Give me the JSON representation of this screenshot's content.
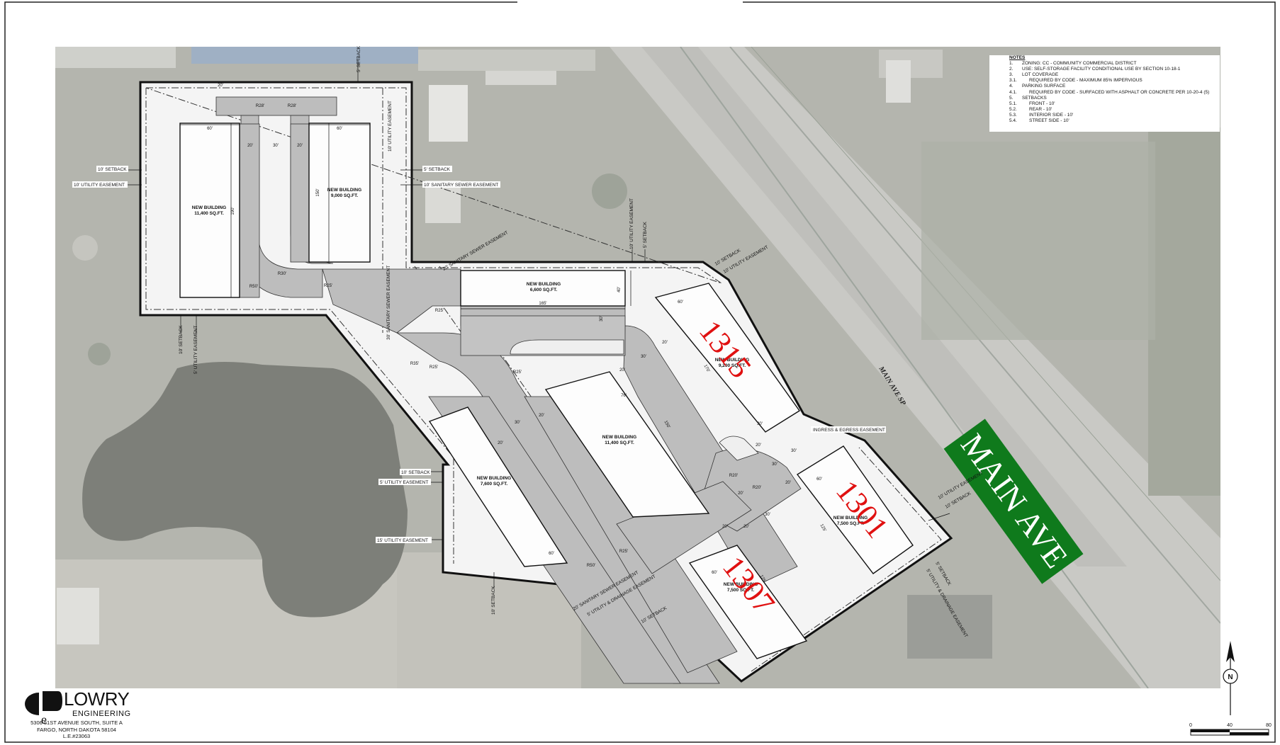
{
  "notes": {
    "title": "NOTES",
    "items": [
      {
        "num": "1.",
        "text": "ZONING: CC - COMMUNITY COMMERCIAL DISTRICT",
        "level": 1
      },
      {
        "num": "2.",
        "text": "USE: SELF-STORAGE FACILITY CONDITIONAL USE BY SECTION 10-18-1",
        "level": 1
      },
      {
        "num": "3.",
        "text": "LOT COVERAGE",
        "level": 1
      },
      {
        "num": "3.1.",
        "text": "REQUIRED BY CODE - MAXIMUM 85% IMPERVIOUS",
        "level": 2
      },
      {
        "num": "4.",
        "text": "PARKING SURFACE",
        "level": 1
      },
      {
        "num": "4.1.",
        "text": "REQUIRED BY CODE - SURFACED WITH ASPHALT OR CONCRETE PER 10-20-4 (5)",
        "level": 2
      },
      {
        "num": "5.",
        "text": "SETBACKS",
        "level": 1
      },
      {
        "num": "5.1.",
        "text": "FRONT - 10'",
        "level": 2
      },
      {
        "num": "5.2.",
        "text": "REAR - 10'",
        "level": 2
      },
      {
        "num": "5.3.",
        "text": "INTERIOR SIDE - 10'",
        "level": 2
      },
      {
        "num": "5.4.",
        "text": "STREET SIDE - 10'",
        "level": 2
      }
    ]
  },
  "buildings": {
    "b1": {
      "title": "NEW BUILDING",
      "area": "11,400 SQ.FT."
    },
    "b2": {
      "title": "NEW BUILDING",
      "area": "9,000 SQ.FT."
    },
    "b3": {
      "title": "NEW BUILDING",
      "area": "6,600 SQ.FT."
    },
    "b4": {
      "title": "NEW BUILDING",
      "area": "11,400 SQ.FT."
    },
    "b5": {
      "title": "NEW BUILDING",
      "area": "7,600 SQ.FT."
    },
    "b6": {
      "title": "NEW BUILDING",
      "area": "9,200 SQ.FT."
    },
    "b7": {
      "title": "NEW BUILDING",
      "area": "7,500 SQ.FT."
    },
    "b8": {
      "title": "NEW BUILDING",
      "area": "7,500 SQ.FT."
    }
  },
  "addresses": {
    "a1315": "1315",
    "a1301": "1301",
    "a1307": "1307"
  },
  "street": {
    "sign": "MAIN AVE",
    "label": "MAIN AVE SP"
  },
  "labels": {
    "setback10": "10' SETBACK",
    "setback5": "5' SETBACK",
    "util10": "10' UTILITY EASEMENT",
    "util5": "5' UTILITY EASEMENT",
    "util15": "15' UTILITY EASEMENT",
    "sanitary10": "10' SANITARY SEWER EASEMENT",
    "sanitary20": "20' SANITARY SEWER EASEMENT",
    "sanitary30": "30' SANITARY SEWER EASEMENT",
    "ingress": "INGRESS & EGRESS EASEMENT",
    "utilDrain5": "5' UTILITY & DRAINAGE EASEMENT"
  },
  "dims": {
    "d60": "60'",
    "d20": "20'",
    "d30": "30'",
    "d190": "190'",
    "d150": "150'",
    "d165": "165'",
    "d40": "40'",
    "d170": "170'",
    "d125": "125'",
    "d76": "76'",
    "d25": "25'",
    "r20": "R20'",
    "r28": "R28'",
    "r30": "R30'",
    "r50": "R50'",
    "r25": "R25'",
    "r35": "R35'"
  },
  "logo": {
    "name": "LOWRY",
    "sub": "ENGINEERING",
    "addr1": "5306 51ST AVENUE SOUTH, SUITE A",
    "addr2": "FARGO, NORTH DAKOTA 58104",
    "addr3": "L.E.#23063"
  },
  "scale": {
    "t0": "0",
    "t1": "40",
    "t2": "80"
  },
  "north": "N",
  "colors": {
    "sign_green": "#0f7a1c",
    "address_red": "#e01010",
    "pavement": "#bdbdbd",
    "aerial": "#a9aaa3"
  }
}
